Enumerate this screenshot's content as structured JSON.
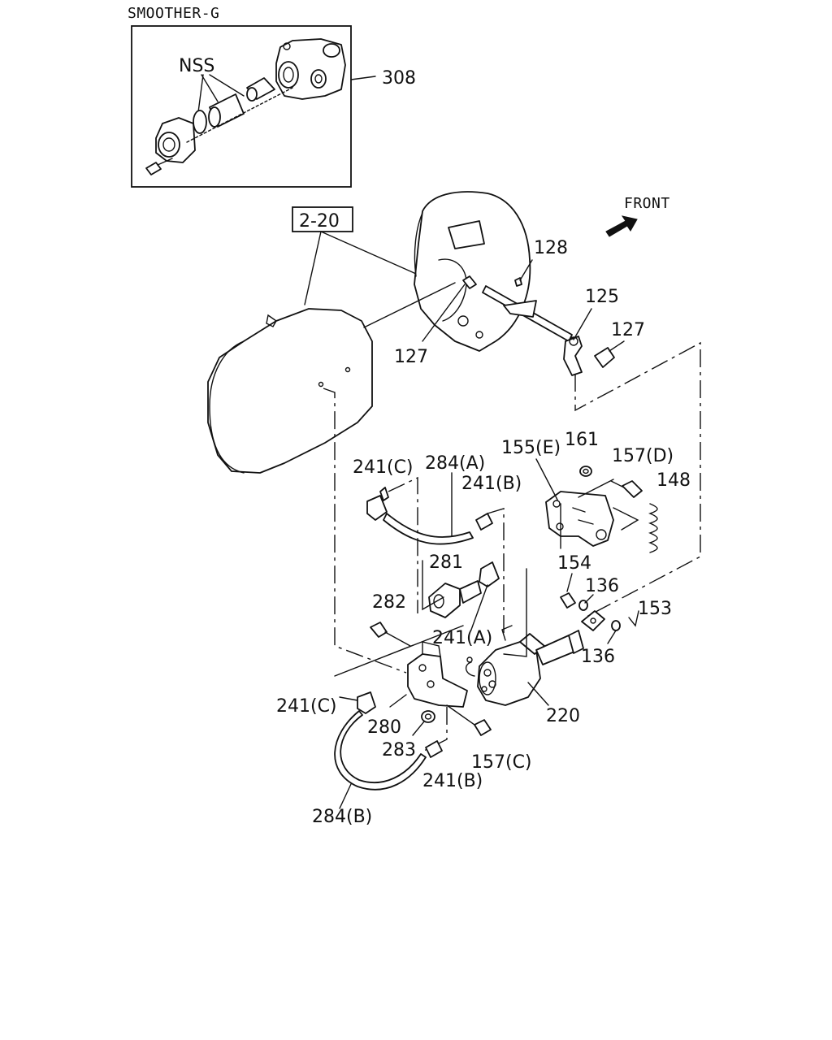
{
  "header": {
    "model_label": "SMOOTHER-G"
  },
  "inset": {
    "nss_label": "NSS",
    "ref_308": "308"
  },
  "ref_box": {
    "label": "2-20"
  },
  "direction": {
    "label": "FRONT"
  },
  "callouts": {
    "c128": "128",
    "c125": "125",
    "c127_left": "127",
    "c127_right": "127",
    "c155e": "155(E)",
    "c161": "161",
    "c157d": "157(D)",
    "c148": "148",
    "c241c_top": "241(C)",
    "c284a": "284(A)",
    "c241b_top": "241(B)",
    "c281": "281",
    "c282": "282",
    "c241a": "241(A)",
    "c154": "154",
    "c136_top": "136",
    "c153": "153",
    "c136_bottom": "136",
    "c220": "220",
    "c241c_bottom": "241(C)",
    "c280": "280",
    "c283": "283",
    "c157c": "157(C)",
    "c241b_bottom": "241(B)",
    "c284b": "284(B)"
  }
}
